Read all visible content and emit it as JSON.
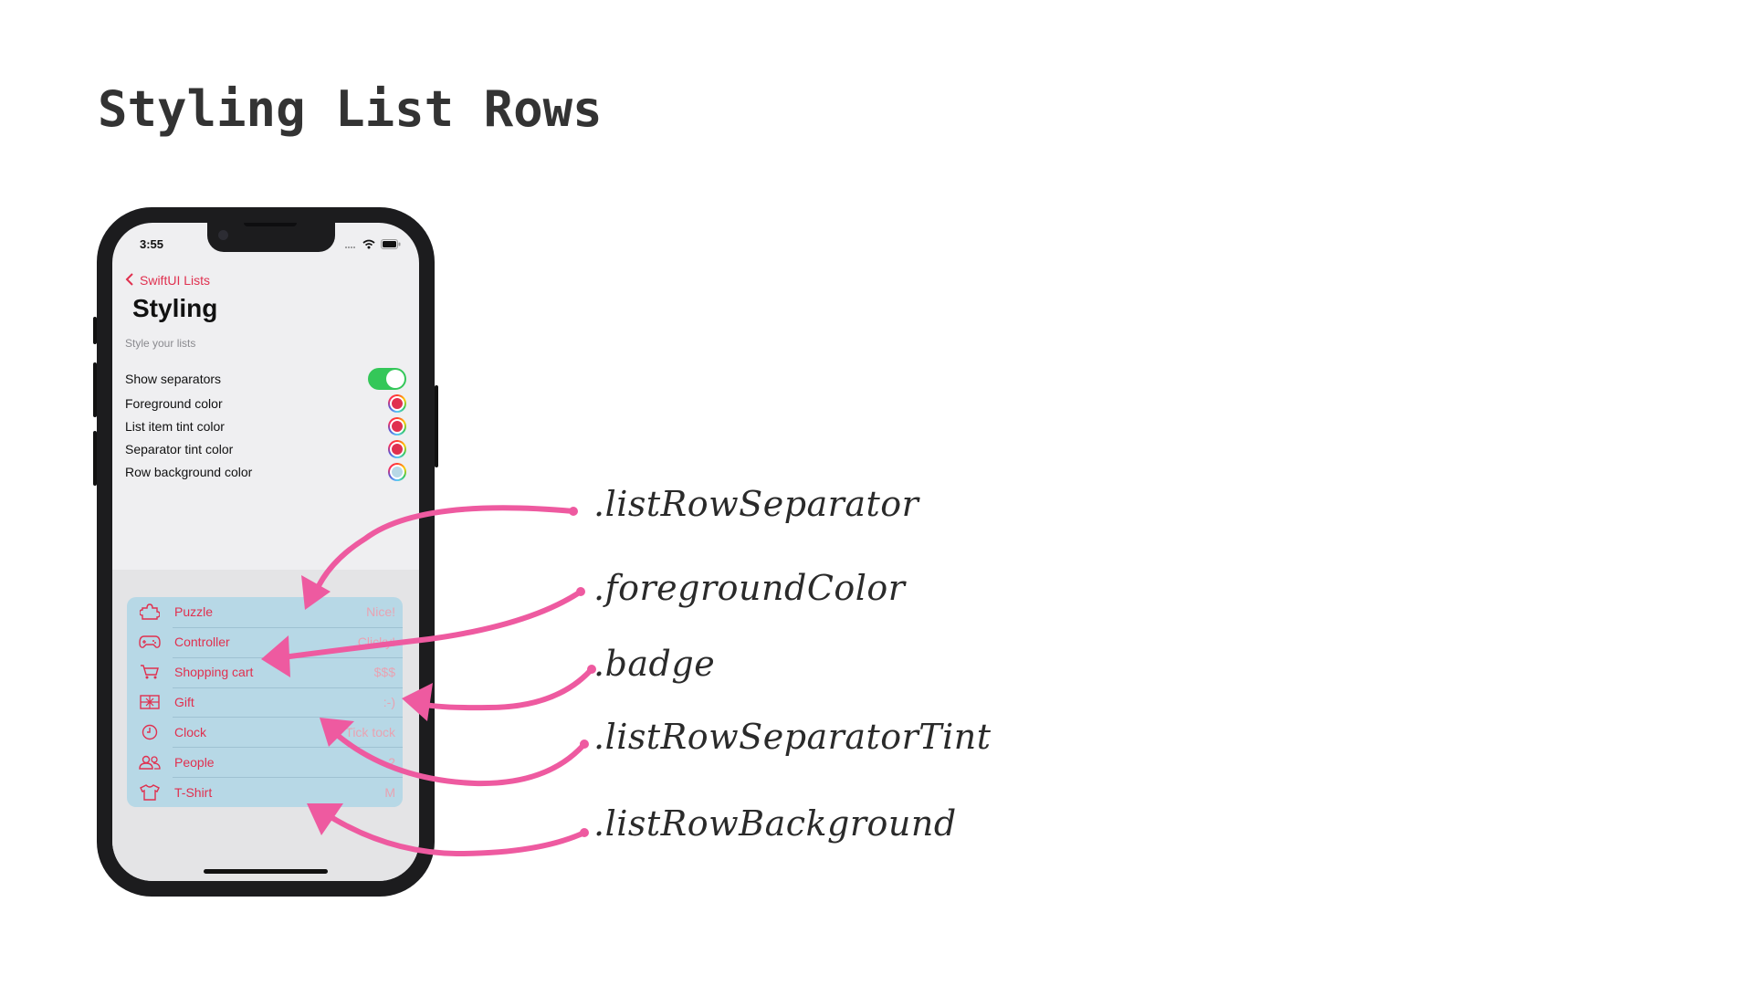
{
  "slide": {
    "title": "Styling List Rows"
  },
  "status_bar": {
    "time": "3:55"
  },
  "nav": {
    "back_label": "SwiftUI Lists",
    "title": "Styling",
    "subtitle": "Style your lists"
  },
  "settings": [
    {
      "label": "Show separators",
      "control": "toggle",
      "on": true
    },
    {
      "label": "Foreground color",
      "control": "color-picker",
      "color": "#e0304f"
    },
    {
      "label": "List item tint color",
      "control": "color-picker",
      "color": "#e0304f"
    },
    {
      "label": "Separator tint color",
      "control": "color-picker",
      "color": "#e0304f"
    },
    {
      "label": "Row background color",
      "control": "color-picker",
      "color": "#b7d8e6"
    }
  ],
  "list_items": [
    {
      "icon": "puzzle-icon",
      "label": "Puzzle",
      "badge": "Nice!"
    },
    {
      "icon": "game-controller-icon",
      "label": "Controller",
      "badge": "Clicky!"
    },
    {
      "icon": "shopping-cart-icon",
      "label": "Shopping cart",
      "badge": "$$$"
    },
    {
      "icon": "gift-icon",
      "label": "Gift",
      "badge": ":-)"
    },
    {
      "icon": "clock-icon",
      "label": "Clock",
      "badge": "Tick tock"
    },
    {
      "icon": "people-icon",
      "label": "People",
      "badge": "2"
    },
    {
      "icon": "tshirt-icon",
      "label": "T-Shirt",
      "badge": "M"
    }
  ],
  "annotations": [
    {
      "label": ".listRowSeparator"
    },
    {
      "label": ".foregroundColor"
    },
    {
      "label": ".badge"
    },
    {
      "label": ".listRowSeparatorTint"
    },
    {
      "label": ".listRowBackground"
    }
  ],
  "colors": {
    "accent": "#e0304f",
    "row_background": "#b7d8e6",
    "arrow": "#ee5aa0",
    "toggle_on": "#34c759"
  }
}
